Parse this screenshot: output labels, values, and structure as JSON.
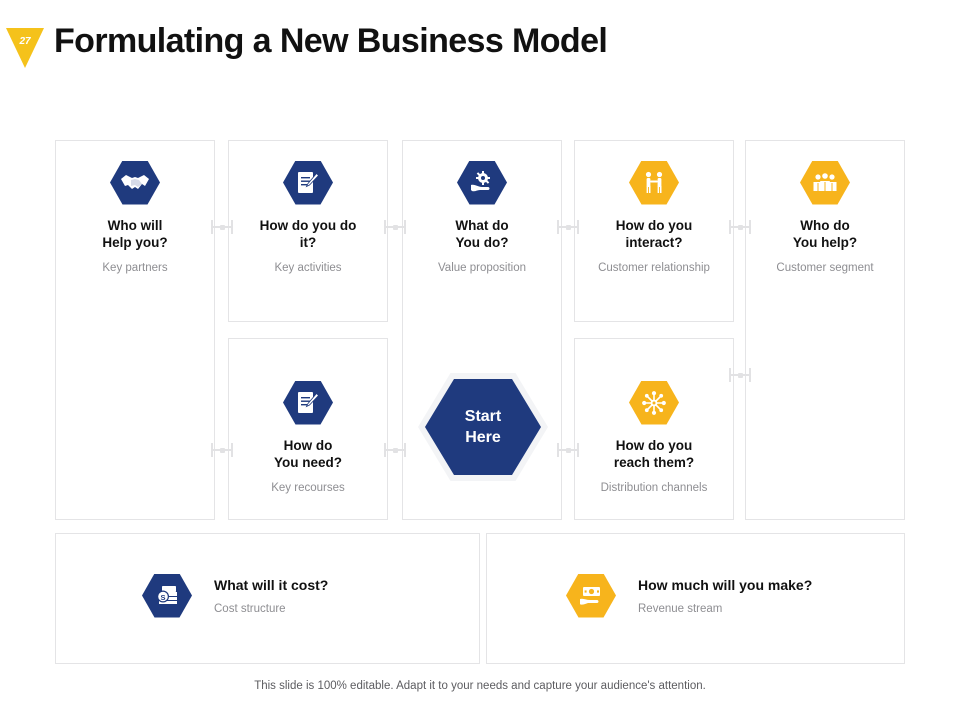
{
  "header": {
    "logo_number": "27",
    "logo_icon": "triangle-badge-icon",
    "title": "Formulating a New Business Model"
  },
  "colors": {
    "brand_blue": "#1f3a7e",
    "brand_yellow": "#f7b41c",
    "logo_yellow": "#f5c21b",
    "card_border": "#e4e4e6",
    "connector": "#e2e2e4",
    "subtitle_gray": "#8e8e92"
  },
  "center": {
    "label": "Start\nHere",
    "icon": "start-hexagon"
  },
  "cards": [
    {
      "id": "key-partners",
      "title": "Who will\nHelp you?",
      "subtitle": "Key partners",
      "icon": "handshake-icon",
      "accent": "blue"
    },
    {
      "id": "key-activities",
      "title": "How do you do\nit?",
      "subtitle": "Key activities",
      "icon": "document-pen-icon",
      "accent": "blue"
    },
    {
      "id": "value-proposition",
      "title": "What do\nYou do?",
      "subtitle": "Value proposition",
      "icon": "hand-gear-icon",
      "accent": "blue"
    },
    {
      "id": "customer-relationship",
      "title": "How do you\ninteract?",
      "subtitle": "Customer relationship",
      "icon": "two-people-icon",
      "accent": "yellow"
    },
    {
      "id": "customer-segment",
      "title": "Who do\nYou help?",
      "subtitle": "Customer segment",
      "icon": "people-group-icon",
      "accent": "yellow"
    },
    {
      "id": "key-resources",
      "title": "How do\nYou need?",
      "subtitle": "Key recourses",
      "icon": "document-pen-icon",
      "accent": "blue"
    },
    {
      "id": "distribution-channels",
      "title": "How do you\nreach them?",
      "subtitle": "Distribution channels",
      "icon": "network-hub-icon",
      "accent": "yellow"
    }
  ],
  "bottom_cards": [
    {
      "id": "cost-structure",
      "title": "What will it cost?",
      "subtitle": "Cost structure",
      "icon": "cash-stack-icon",
      "accent": "blue"
    },
    {
      "id": "revenue-stream",
      "title": "How much will you make?",
      "subtitle": "Revenue  stream",
      "icon": "hand-money-icon",
      "accent": "yellow"
    }
  ],
  "footer": {
    "note": "This slide is 100% editable. Adapt it to your needs and capture your audience's attention."
  }
}
